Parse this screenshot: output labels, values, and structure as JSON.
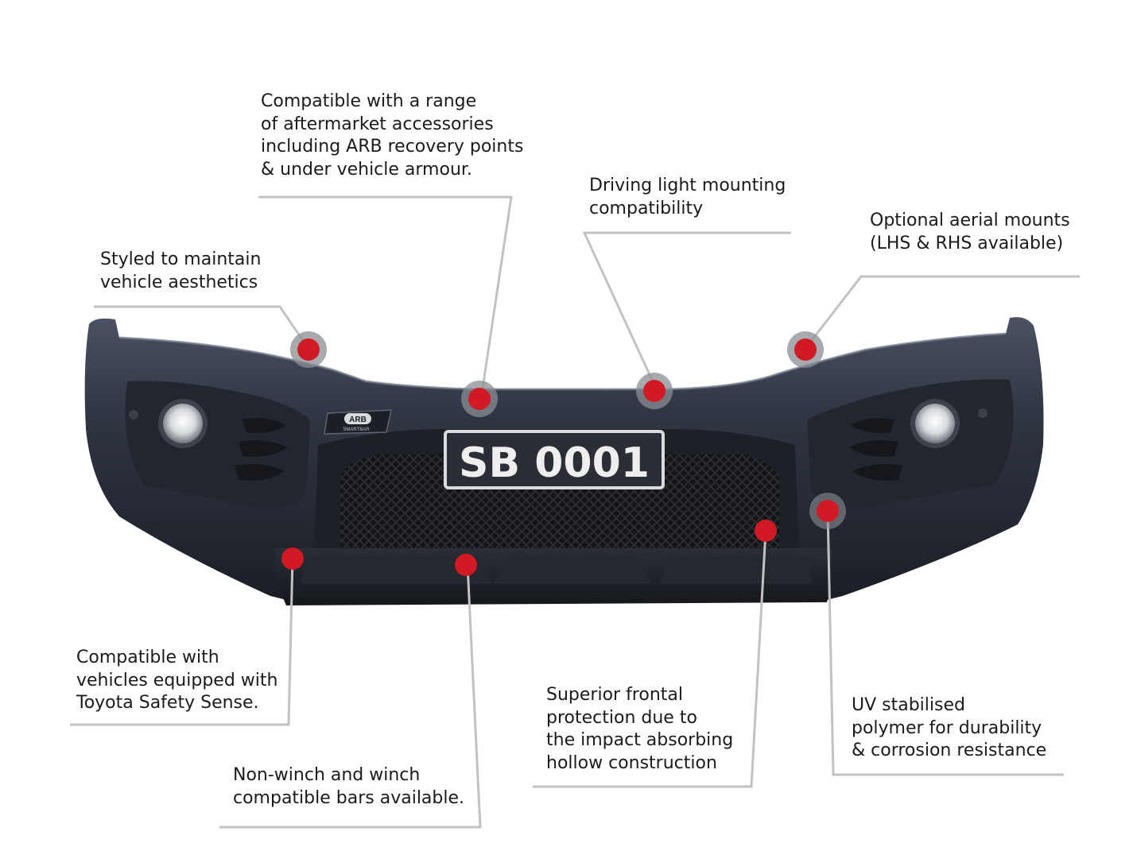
{
  "callouts": [
    {
      "id": "accessories",
      "lines": [
        "Compatible with a range",
        "of aftermarket accessories",
        "including ARB recovery points",
        "& under vehicle armour."
      ]
    },
    {
      "id": "driving-light",
      "lines": [
        "Driving light mounting",
        "compatibility"
      ]
    },
    {
      "id": "aerial",
      "lines": [
        "Optional aerial mounts",
        "(LHS & RHS available)"
      ]
    },
    {
      "id": "styled",
      "lines": [
        "Styled to maintain",
        "vehicle aesthetics"
      ]
    },
    {
      "id": "safety-sense",
      "lines": [
        "Compatible with",
        "vehicles equipped with",
        "Toyota Safety Sense."
      ]
    },
    {
      "id": "winch",
      "lines": [
        "Non-winch and winch",
        "compatible bars available."
      ]
    },
    {
      "id": "frontal",
      "lines": [
        "Superior frontal",
        "protection due to",
        "the impact absorbing",
        "hollow construction"
      ]
    },
    {
      "id": "uv",
      "lines": [
        "UV stabilised",
        "polymer for durability",
        "& corrosion resistance"
      ]
    }
  ],
  "product": {
    "plate_text": "SB 0001",
    "badge_brand": "ARB",
    "badge_sub": "SMARTBAR"
  },
  "colors": {
    "marker_red": "#d11a25",
    "marker_halo": "#8a8d94",
    "leader_line": "#c2c2c2",
    "bar_body": "#2c313d",
    "bar_dark": "#1a1d24"
  }
}
